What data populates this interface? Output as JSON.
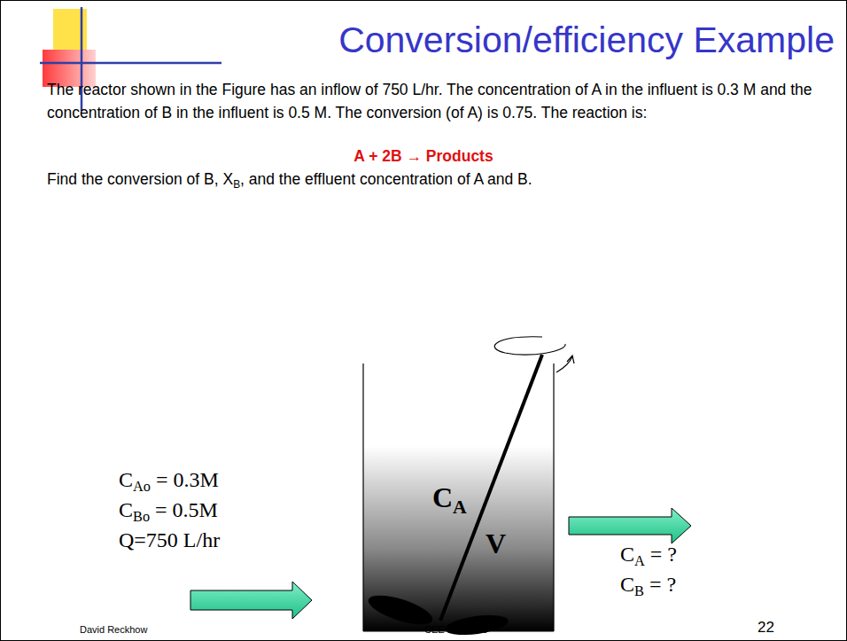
{
  "diagram": {
    "title": "Conversion/efficiency Example",
    "nodes": [
      {
        "text": [
          "CA",
          "V"
        ]
      }
    ],
    "edges": [],
    "labels": [
      "The reactor shown in the Figure has an inflow of 750 L/hr. The concentration of A in the influent is 0.3 M and the concentration of B in the influent is 0.5 M. The conversion (of A) is 0.75. The reaction is:",
      "A + 2B → Products",
      "Find the conversion of B, XB, and the effluent concentration of A and B.",
      "CAo = 0.3M",
      "CBo = 0.5M",
      "Q=750 L/hr",
      "CA = ?",
      "CB = ?",
      "David Reckhow",
      "CEE 370 L#10",
      "22"
    ]
  }
}
